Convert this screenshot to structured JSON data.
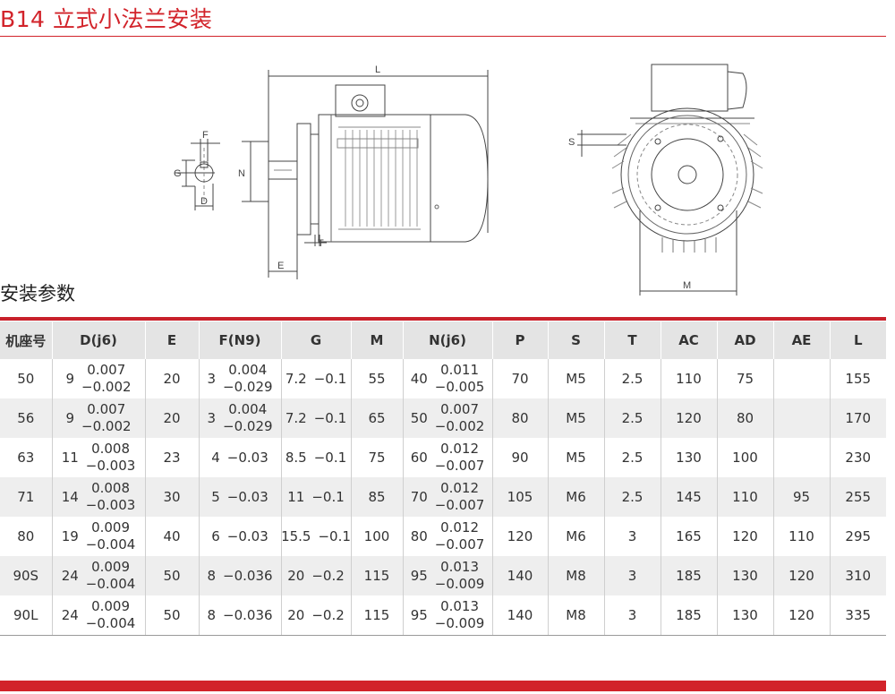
{
  "page": {
    "title": "B14 立式小法兰安装",
    "subtitle": "安装参数",
    "accent_color": "#d2232a"
  },
  "drawing": {
    "side_view_labels": {
      "L": "L",
      "F": "F",
      "G": "G",
      "D": "D",
      "N": "N",
      "T": "T",
      "E": "E"
    },
    "front_view_labels": {
      "S": "S",
      "M": "M"
    }
  },
  "table": {
    "headers": [
      "机座号",
      "D(j6)",
      "E",
      "F(N9)",
      "G",
      "M",
      "N(j6)",
      "P",
      "S",
      "T",
      "AC",
      "AD",
      "AE",
      "L"
    ],
    "rows": [
      {
        "frame": "50",
        "d": {
          "v": "9",
          "t1": "0.007",
          "t2": "−0.002"
        },
        "e": "20",
        "f": {
          "v": "3",
          "t1": "0.004",
          "t2": "−0.029"
        },
        "g": {
          "v": "7.2",
          "t1": "−0.1"
        },
        "m": "55",
        "n": {
          "v": "40",
          "t1": "0.011",
          "t2": "−0.005"
        },
        "p": "70",
        "s": "M5",
        "t": "2.5",
        "ac": "110",
        "ad": "75",
        "ae": "",
        "l": "155"
      },
      {
        "frame": "56",
        "d": {
          "v": "9",
          "t1": "0.007",
          "t2": "−0.002"
        },
        "e": "20",
        "f": {
          "v": "3",
          "t1": "0.004",
          "t2": "−0.029"
        },
        "g": {
          "v": "7.2",
          "t1": "−0.1"
        },
        "m": "65",
        "n": {
          "v": "50",
          "t1": "0.007",
          "t2": "−0.002"
        },
        "p": "80",
        "s": "M5",
        "t": "2.5",
        "ac": "120",
        "ad": "80",
        "ae": "",
        "l": "170"
      },
      {
        "frame": "63",
        "d": {
          "v": "11",
          "t1": "0.008",
          "t2": "−0.003"
        },
        "e": "23",
        "f": {
          "v": "4",
          "t1": "−0.03"
        },
        "g": {
          "v": "8.5",
          "t1": "−0.1"
        },
        "m": "75",
        "n": {
          "v": "60",
          "t1": "0.012",
          "t2": "−0.007"
        },
        "p": "90",
        "s": "M5",
        "t": "2.5",
        "ac": "130",
        "ad": "100",
        "ae": "",
        "l": "230"
      },
      {
        "frame": "71",
        "d": {
          "v": "14",
          "t1": "0.008",
          "t2": "−0.003"
        },
        "e": "30",
        "f": {
          "v": "5",
          "t1": "−0.03"
        },
        "g": {
          "v": "11",
          "t1": "−0.1"
        },
        "m": "85",
        "n": {
          "v": "70",
          "t1": "0.012",
          "t2": "−0.007"
        },
        "p": "105",
        "s": "M6",
        "t": "2.5",
        "ac": "145",
        "ad": "110",
        "ae": "95",
        "l": "255"
      },
      {
        "frame": "80",
        "d": {
          "v": "19",
          "t1": "0.009",
          "t2": "−0.004"
        },
        "e": "40",
        "f": {
          "v": "6",
          "t1": "−0.03"
        },
        "g": {
          "v": "15.5",
          "t1": "−0.1"
        },
        "m": "100",
        "n": {
          "v": "80",
          "t1": "0.012",
          "t2": "−0.007"
        },
        "p": "120",
        "s": "M6",
        "t": "3",
        "ac": "165",
        "ad": "120",
        "ae": "110",
        "l": "295"
      },
      {
        "frame": "90S",
        "d": {
          "v": "24",
          "t1": "0.009",
          "t2": "−0.004"
        },
        "e": "50",
        "f": {
          "v": "8",
          "t1": "−0.036"
        },
        "g": {
          "v": "20",
          "t1": "−0.2"
        },
        "m": "115",
        "n": {
          "v": "95",
          "t1": "0.013",
          "t2": "−0.009"
        },
        "p": "140",
        "s": "M8",
        "t": "3",
        "ac": "185",
        "ad": "130",
        "ae": "120",
        "l": "310"
      },
      {
        "frame": "90L",
        "d": {
          "v": "24",
          "t1": "0.009",
          "t2": "−0.004"
        },
        "e": "50",
        "f": {
          "v": "8",
          "t1": "−0.036"
        },
        "g": {
          "v": "20",
          "t1": "−0.2"
        },
        "m": "115",
        "n": {
          "v": "95",
          "t1": "0.013",
          "t2": "−0.009"
        },
        "p": "140",
        "s": "M8",
        "t": "3",
        "ac": "185",
        "ad": "130",
        "ae": "120",
        "l": "335"
      }
    ]
  }
}
